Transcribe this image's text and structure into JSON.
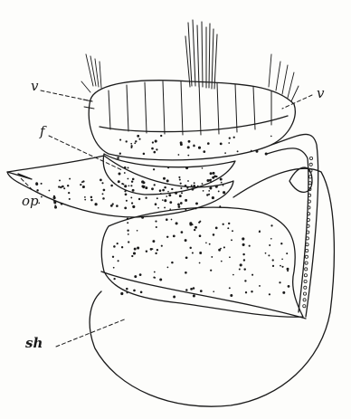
{
  "figure": {
    "kind": "biological line drawing (stippled cross-section)",
    "ink_color": "#1a1a1a",
    "paper_color": "#fdfdfb"
  },
  "labels": {
    "v_left": "v",
    "v_right": "v",
    "f": "f",
    "op": "op",
    "sh": "sh"
  }
}
